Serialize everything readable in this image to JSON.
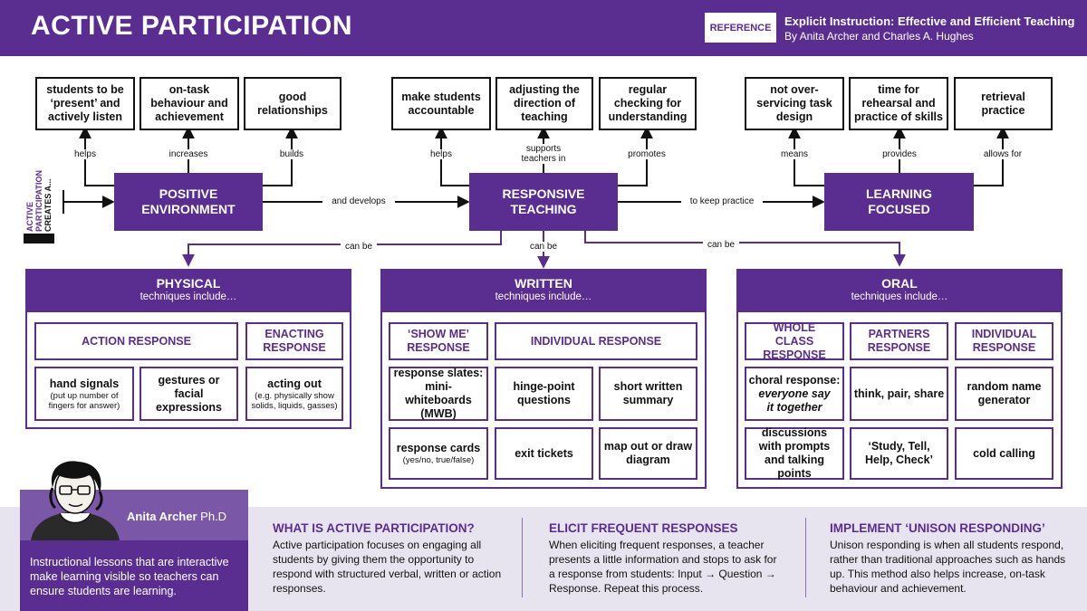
{
  "header": {
    "title": "ACTIVE PARTICIPATION",
    "reference_badge": "REFERENCE",
    "reference_title": "Explicit Instruction: Effective and Efficient Teaching",
    "reference_authors": "By Anita Archer and Charles A. Hughes"
  },
  "side_label": {
    "line1": "ACTIVE",
    "line2": "PARTICIPATION",
    "line3": "CREATES A..."
  },
  "top_row": {
    "boxes": [
      "students to be ‘present’ and actively listen",
      "on-task behaviour and achievement",
      "good relationships",
      "make students accountable",
      "adjusting the direction of teaching",
      "regular checking for understanding",
      "not over-servicing task design",
      "time for rehearsal and practice of skills",
      "retrieval practice"
    ],
    "edge_labels": [
      "helps",
      "increases",
      "builds",
      "helps",
      "supports teachers in",
      "promotes",
      "means",
      "provides",
      "allows for"
    ]
  },
  "hubs": {
    "positive": "POSITIVE ENVIRONMENT",
    "responsive": "RESPONSIVE TEACHING",
    "learning": "LEARNING FOCUSED",
    "link1": "and develops",
    "link2": "to keep practice",
    "can_be": "can be"
  },
  "sections": {
    "physical": {
      "title": "PHYSICAL",
      "subtitle": "techniques include…",
      "headers": [
        "ACTION RESPONSE",
        "ENACTING RESPONSE"
      ],
      "cells": [
        {
          "main": "hand signals",
          "sub": "(put up number of fingers for answer)"
        },
        {
          "main": "gestures or facial expressions"
        },
        {
          "main": "acting out",
          "sub": "(e.g. physically show solids, liquids, gasses)"
        }
      ]
    },
    "written": {
      "title": "WRITTEN",
      "subtitle": "techniques include…",
      "headers": [
        "‘SHOW ME’ RESPONSE",
        "INDIVIDUAL RESPONSE"
      ],
      "cells": [
        {
          "main": "response slates: mini-whiteboards (MWB)"
        },
        {
          "main": "hinge-point questions"
        },
        {
          "main": "short written summary"
        },
        {
          "main": "response cards",
          "sub": "(yes/no, true/false)"
        },
        {
          "main": "exit tickets"
        },
        {
          "main": "map out or draw diagram"
        }
      ]
    },
    "oral": {
      "title": "ORAL",
      "subtitle": "techniques include…",
      "headers": [
        "WHOLE CLASS RESPONSE",
        "PARTNERS RESPONSE",
        "INDIVIDUAL RESPONSE"
      ],
      "cells": [
        {
          "main": "choral response:",
          "italic": "everyone say it together"
        },
        {
          "main": "think, pair, share"
        },
        {
          "main": "random name generator"
        },
        {
          "main": "discussions with prompts and talking points"
        },
        {
          "main": "‘Study, Tell, Help, Check’"
        },
        {
          "main": "cold calling"
        }
      ]
    }
  },
  "bottom": {
    "archer_name": "Anita Archer",
    "archer_title": "Ph.D",
    "archer_desc": "Instructional lessons that are interactive make learning visible so teachers can ensure students are learning.",
    "col1_head": "WHAT IS ACTIVE PARTICIPATION?",
    "col1_text": "Active participation focuses on engaging all students by giving them the opportunity to respond with structured verbal, written or action responses.",
    "col2_head": "ELICIT FREQUENT RESPONSES",
    "col2_text": "When eliciting frequent responses, a teacher presents a little information and stops to ask for a response from students: Input → Question → Response. Repeat this process.",
    "col3_head": "IMPLEMENT ‘UNISON RESPONDING’",
    "col3_text": "Unison responding is when all students respond, rather than traditional approaches such as hands up. This method also helps increase, on-task behaviour and achievement."
  },
  "colors": {
    "purple": "#5a2d91",
    "light_purple": "#e8e4ef",
    "name_bar": "#7b57a8"
  }
}
